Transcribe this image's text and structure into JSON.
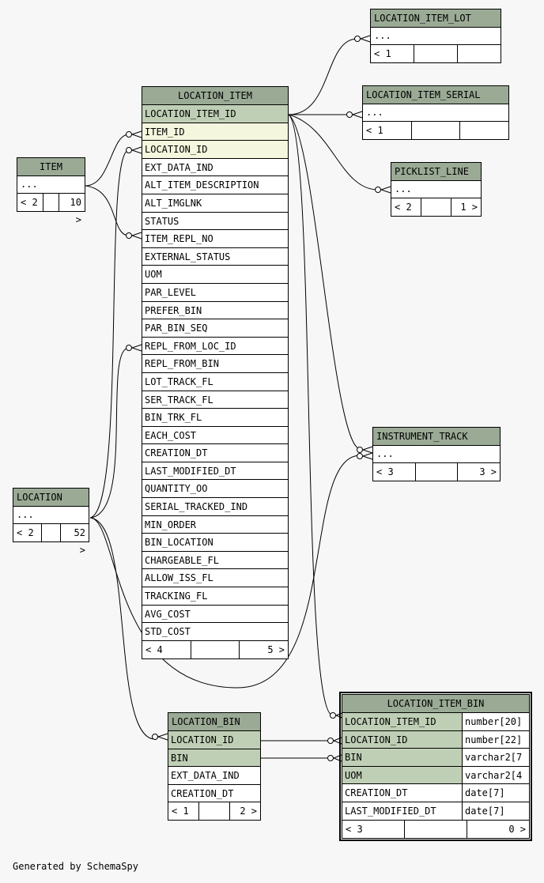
{
  "tables": {
    "location_item": {
      "name": "LOCATION_ITEM",
      "columns": [
        "LOCATION_ITEM_ID",
        "ITEM_ID",
        "LOCATION_ID",
        "EXT_DATA_IND",
        "ALT_ITEM_DESCRIPTION",
        "ALT_IMGLNK",
        "STATUS",
        "ITEM_REPL_NO",
        "EXTERNAL_STATUS",
        "UOM",
        "PAR_LEVEL",
        "PREFER_BIN",
        "PAR_BIN_SEQ",
        "REPL_FROM_LOC_ID",
        "REPL_FROM_BIN",
        "LOT_TRACK_FL",
        "SER_TRACK_FL",
        "BIN_TRK_FL",
        "EACH_COST",
        "CREATION_DT",
        "LAST_MODIFIED_DT",
        "QUANTITY_OO",
        "SERIAL_TRACKED_IND",
        "MIN_ORDER",
        "BIN_LOCATION",
        "CHARGEABLE_FL",
        "ALLOW_ISS_FL",
        "TRACKING_FL",
        "AVG_COST",
        "STD_COST"
      ],
      "parents": "< 4",
      "children": "5 >"
    },
    "item": {
      "name": "ITEM",
      "ellipsis": "...",
      "parents": "< 2",
      "children": "10 >"
    },
    "location": {
      "name": "LOCATION",
      "ellipsis": "...",
      "parents": "< 2",
      "children": "52 >"
    },
    "location_item_lot": {
      "name": "LOCATION_ITEM_LOT",
      "ellipsis": "...",
      "parents": "< 1",
      "children": ""
    },
    "location_item_serial": {
      "name": "LOCATION_ITEM_SERIAL",
      "ellipsis": "...",
      "parents": "< 1",
      "children": ""
    },
    "picklist_line": {
      "name": "PICKLIST_LINE",
      "ellipsis": "...",
      "parents": "< 2",
      "children": "1 >"
    },
    "instrument_track": {
      "name": "INSTRUMENT_TRACK",
      "ellipsis": "...",
      "parents": "< 3",
      "children": "3 >"
    },
    "location_bin": {
      "name": "LOCATION_BIN",
      "columns": [
        "LOCATION_ID",
        "BIN",
        "EXT_DATA_IND",
        "CREATION_DT"
      ],
      "parents": "< 1",
      "children": "2 >"
    },
    "location_item_bin": {
      "name": "LOCATION_ITEM_BIN",
      "columns": [
        {
          "name": "LOCATION_ITEM_ID",
          "type": "number[20]"
        },
        {
          "name": "LOCATION_ID",
          "type": "number[22]"
        },
        {
          "name": "BIN",
          "type": "varchar2[7"
        },
        {
          "name": "UOM",
          "type": "varchar2[4"
        },
        {
          "name": "CREATION_DT",
          "type": "date[7]"
        },
        {
          "name": "LAST_MODIFIED_DT",
          "type": "date[7]"
        }
      ],
      "parents": "< 3",
      "children": "0 >"
    }
  },
  "caption": "Generated by SchemaSpy"
}
